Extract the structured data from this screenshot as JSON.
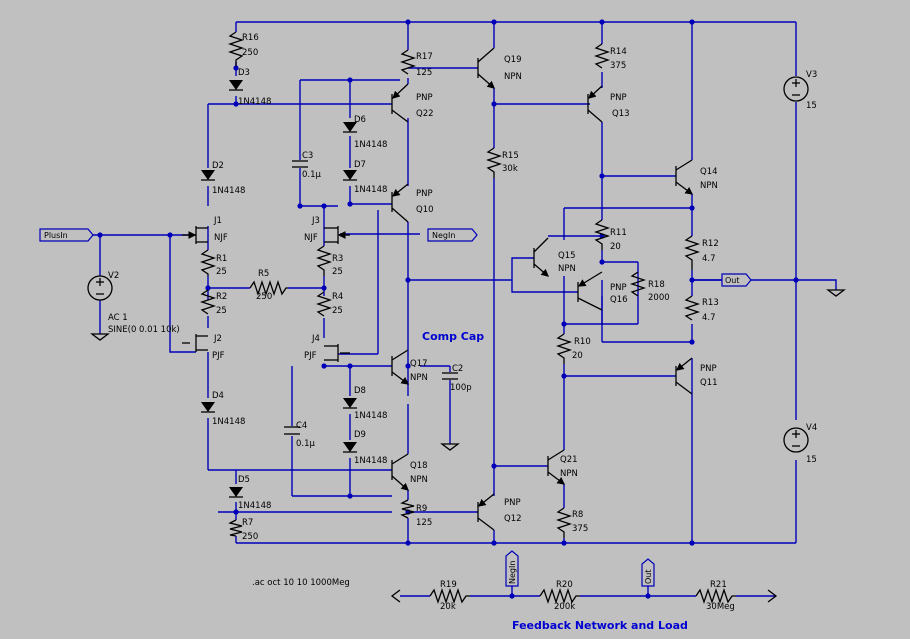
{
  "components": {
    "R16": {
      "ref": "R16",
      "value": "250"
    },
    "R17": {
      "ref": "R17",
      "value": "125"
    },
    "R14": {
      "ref": "R14",
      "value": "375"
    },
    "R15": {
      "ref": "R15",
      "value": "30k"
    },
    "R11": {
      "ref": "R11",
      "value": "20"
    },
    "R12": {
      "ref": "R12",
      "value": "4.7"
    },
    "R13": {
      "ref": "R13",
      "value": "4.7"
    },
    "R18": {
      "ref": "R18",
      "value": "2000"
    },
    "R10": {
      "ref": "R10",
      "value": "20"
    },
    "R1": {
      "ref": "R1",
      "value": "25"
    },
    "R2": {
      "ref": "R2",
      "value": "25"
    },
    "R3": {
      "ref": "R3",
      "value": "25"
    },
    "R4": {
      "ref": "R4",
      "value": "25"
    },
    "R5": {
      "ref": "R5",
      "value": "250"
    },
    "R7": {
      "ref": "R7",
      "value": "250"
    },
    "R8": {
      "ref": "R8",
      "value": "375"
    },
    "R9": {
      "ref": "R9",
      "value": "125"
    },
    "R19": {
      "ref": "R19",
      "value": "20k"
    },
    "R20": {
      "ref": "R20",
      "value": "200k"
    },
    "R21": {
      "ref": "R21",
      "value": "30Meg"
    },
    "D1": {
      "ref": "D3",
      "value": "1N4148"
    },
    "D2": {
      "ref": "D2",
      "value": "1N4148"
    },
    "D4": {
      "ref": "D4",
      "value": "1N4148"
    },
    "D5": {
      "ref": "D5",
      "value": "1N4148"
    },
    "D6": {
      "ref": "D6",
      "value": "1N4148"
    },
    "D7": {
      "ref": "D7",
      "value": "1N4148"
    },
    "D8": {
      "ref": "D8",
      "value": "1N4148"
    },
    "D9": {
      "ref": "D9",
      "value": "1N4148"
    },
    "C2": {
      "ref": "C2",
      "value": "100p"
    },
    "C3": {
      "ref": "C3",
      "value": "0.1µ"
    },
    "C4": {
      "ref": "C4",
      "value": "0.1µ"
    },
    "Q19": {
      "ref": "Q19",
      "value": "NPN"
    },
    "Q22": {
      "ref": "Q22",
      "value": "PNP"
    },
    "Q13": {
      "ref": "Q13",
      "value": "PNP"
    },
    "Q10": {
      "ref": "Q10",
      "value": "PNP"
    },
    "Q14": {
      "ref": "Q14",
      "value": "NPN"
    },
    "Q15": {
      "ref": "Q15",
      "value": "NPN"
    },
    "Q16": {
      "ref": "Q16",
      "value": "PNP"
    },
    "Q17": {
      "ref": "Q17",
      "value": "NPN"
    },
    "Q11": {
      "ref": "Q11",
      "value": "PNP"
    },
    "Q18": {
      "ref": "Q18",
      "value": "NPN"
    },
    "Q21": {
      "ref": "Q21",
      "value": "NPN"
    },
    "Q12": {
      "ref": "Q12",
      "value": "PNP"
    },
    "J1": {
      "ref": "J1",
      "value": "NJF"
    },
    "J2": {
      "ref": "J2",
      "value": "PJF"
    },
    "J3": {
      "ref": "J3",
      "value": "NJF"
    },
    "J4": {
      "ref": "J4",
      "value": "PJF"
    },
    "V2": {
      "ref": "V2",
      "value1": "AC 1",
      "value2": "SINE(0 0.01 10k)"
    },
    "V3": {
      "ref": "V3",
      "value": "15"
    },
    "V4": {
      "ref": "V4",
      "value": "15"
    }
  },
  "net_labels": {
    "plus_in": "PlusIn",
    "neg_in": "NegIn",
    "out": "Out",
    "neg_in_vertical": "NegIn",
    "out_vertical": "Out"
  },
  "annotations": {
    "comp_cap": "Comp Cap",
    "feedback": "Feedback Network and Load",
    "directive": ".ac oct 10 10 1000Meg"
  }
}
